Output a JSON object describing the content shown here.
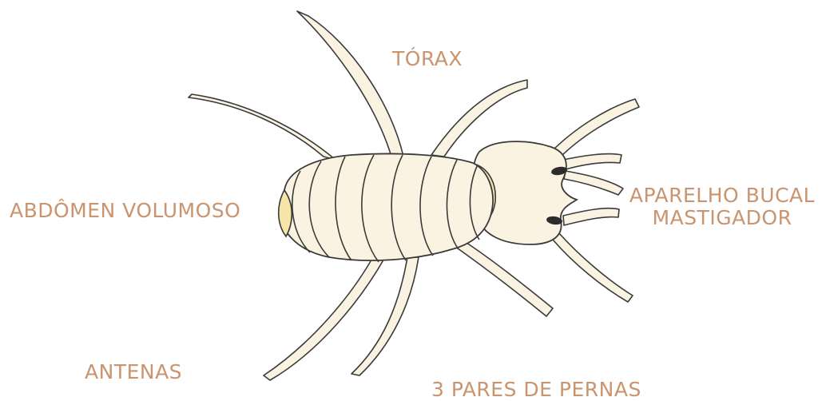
{
  "labels": {
    "torax": "TÓRAX",
    "abdomen": "ABDÔMEN VOLUMOSO",
    "aparelho_line1": "APARELHO BUCAL",
    "aparelho_line2": "MASTIGADOR",
    "antenas": "ANTENAS",
    "pernas": "3 PARES DE PERNAS"
  },
  "colors": {
    "label": "#c9946e",
    "body_fill": "#fbf3e2",
    "outline": "#3a3a3a",
    "tint": "#f7e4a9"
  }
}
